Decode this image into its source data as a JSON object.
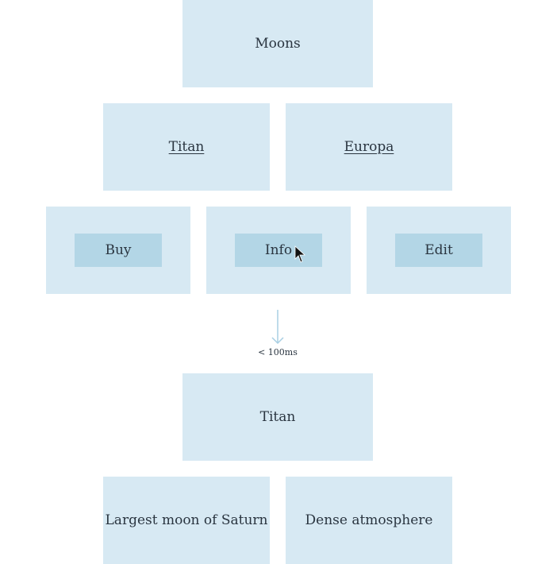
{
  "top": {
    "title": "Moons",
    "links": [
      "Titan",
      "Europa"
    ]
  },
  "actions": {
    "buy": "Buy",
    "info": "Info",
    "edit": "Edit"
  },
  "transition": {
    "latency": "< 100ms"
  },
  "result": {
    "title": "Titan",
    "facts": [
      "Largest moon of Saturn",
      "Dense atmosphere"
    ]
  },
  "colors": {
    "box_fill": "#d7e9f3",
    "button_fill": "#b3d6e6",
    "arrow": "#a9cfe3",
    "text": "#2a3540"
  },
  "icons": {
    "cursor": "mouse-pointer-icon",
    "arrow": "arrow-down-icon"
  }
}
